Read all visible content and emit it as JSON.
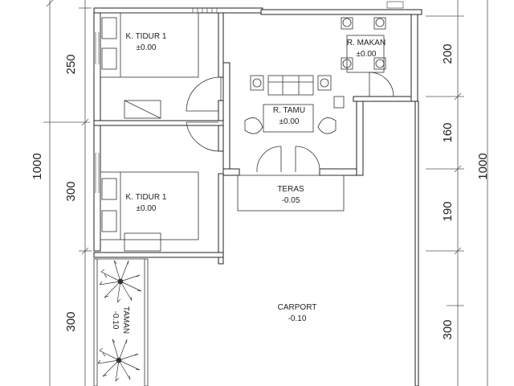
{
  "rooms": {
    "bedroom_1": {
      "name": "K. TIDUR 1",
      "level": "±0.00"
    },
    "bedroom_2": {
      "name": "K. TIDUR 1",
      "level": "±0.00"
    },
    "dining": {
      "name": "R. MAKAN",
      "level": "±0.00"
    },
    "living": {
      "name": "R. TAMU",
      "level": "±0.00"
    },
    "terrace": {
      "name": "TERAS",
      "level": "-0.05"
    },
    "carport": {
      "name": "CARPORT",
      "level": "-0.10"
    },
    "garden": {
      "name": "TAMAN",
      "level": "-0.10"
    }
  },
  "dimensions": {
    "left": {
      "total": "1000",
      "segments": [
        "250",
        "300",
        "300"
      ]
    },
    "right": {
      "total": "1000",
      "segments": [
        "200",
        "160",
        "190",
        "300"
      ]
    }
  }
}
